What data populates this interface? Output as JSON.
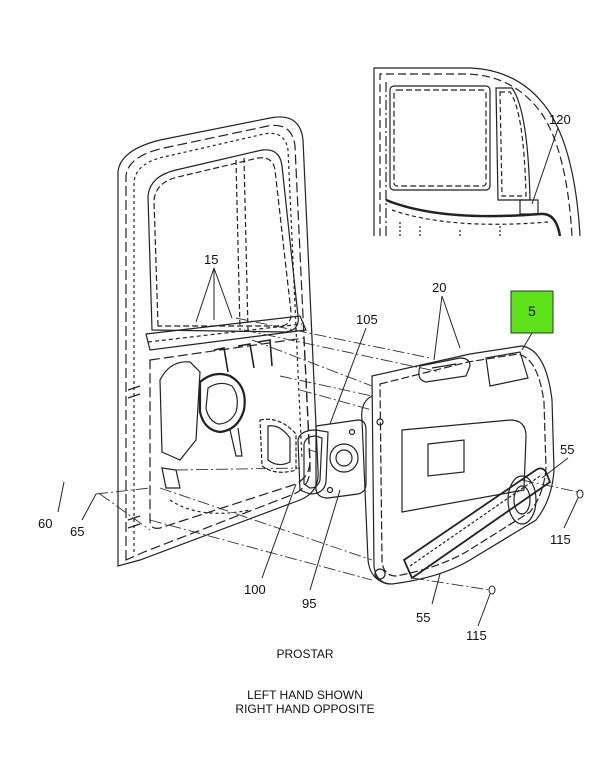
{
  "callouts": {
    "c120": "120",
    "c15": "15",
    "c20": "20",
    "c5": "5",
    "c105": "105",
    "c55a": "55",
    "c55b": "55",
    "c60": "60",
    "c65": "65",
    "c100": "100",
    "c95": "95",
    "c115a": "115",
    "c115b": "115"
  },
  "highlight_color": "#5ee21a",
  "captions": {
    "model": "PROSTAR",
    "note_line1": "LEFT HAND SHOWN",
    "note_line2": "RIGHT HAND OPPOSITE"
  }
}
